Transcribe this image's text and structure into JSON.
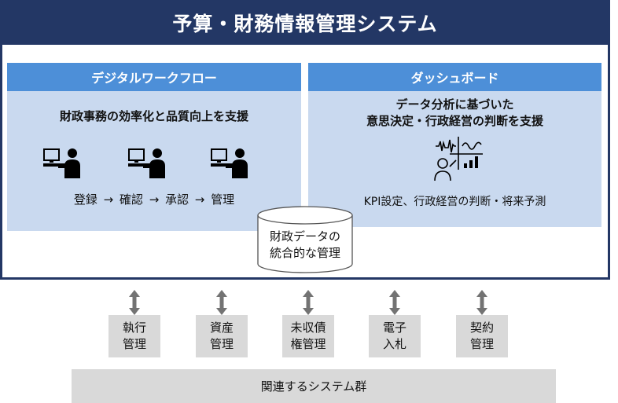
{
  "title": "予算・財務情報管理システム",
  "workflow": {
    "heading": "デジタルワークフロー",
    "subtitle": "財政事務の効率化と品質向上を支援",
    "steps_text": "登録 → 確認 → 承認 → 管理",
    "icon": "user-at-computer-icon"
  },
  "dashboard": {
    "heading": "ダッシュボード",
    "subtitle_line1": "データ分析に基づいた",
    "subtitle_line2": "意思決定・行政経営の判断を支援",
    "kpi_text": "KPI設定、行政経営の判断・将来予測",
    "icon": "data-analysis-icon"
  },
  "database": {
    "line1": "財政データの",
    "line2": "統合的な管理",
    "icon": "database-cylinder-icon"
  },
  "systems": [
    {
      "line1": "執行",
      "line2": "管理"
    },
    {
      "line1": "資産",
      "line2": "管理"
    },
    {
      "line1": "未収債",
      "line2": "権管理"
    },
    {
      "line1": "電子",
      "line2": "入札"
    },
    {
      "line1": "契約",
      "line2": "管理"
    }
  ],
  "related_systems": "関連するシステム群",
  "colors": {
    "navy": "#233765",
    "panel_header": "#4d8fd8",
    "panel_body": "#c9d9ef",
    "gray_box": "#d9d9d9"
  }
}
